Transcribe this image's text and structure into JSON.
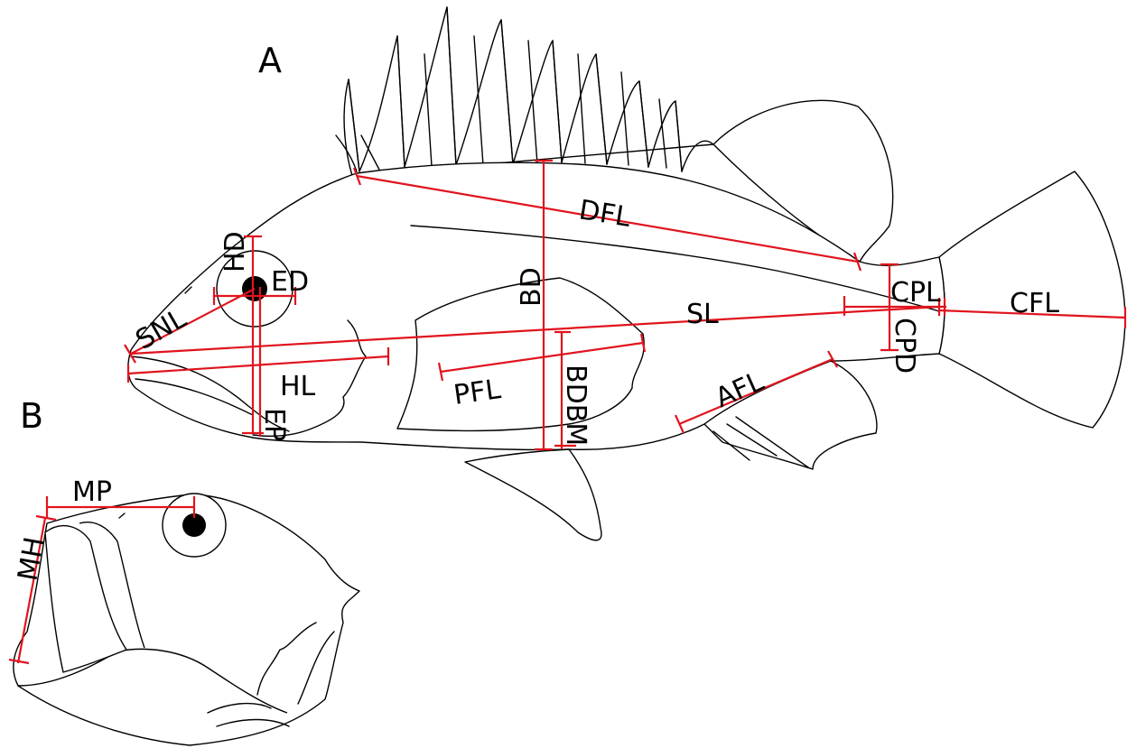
{
  "panels": {
    "a": "A",
    "b": "B"
  },
  "labels": {
    "dfl": "DFL",
    "hd": "HD",
    "ed": "ED",
    "snl": "SNL",
    "hl": "HL",
    "ep": "EP",
    "bd": "BD",
    "pfl": "PFL",
    "bdbm": "BDBM",
    "sl": "SL",
    "cpl": "CPL",
    "cpd": "CPD",
    "cfl": "CFL",
    "afl": "AFL",
    "mp": "MP",
    "mh": "MH"
  },
  "colors": {
    "measurement": "#e0141e",
    "outline": "#000000",
    "eye": "#000000"
  }
}
